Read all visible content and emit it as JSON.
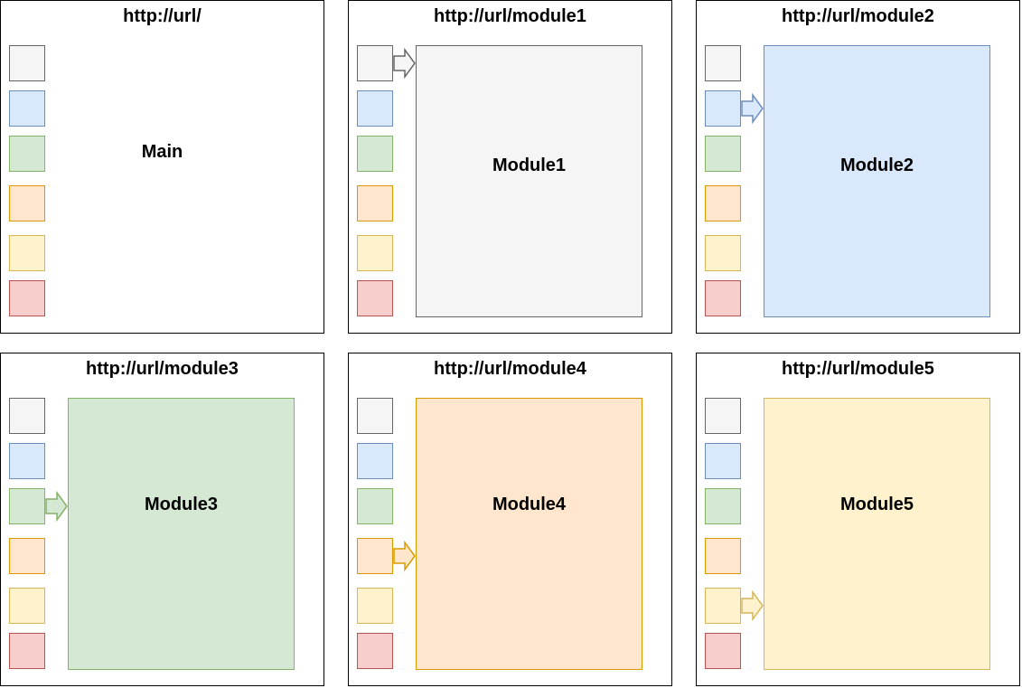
{
  "palette": [
    {
      "name": "gray",
      "fill": "#f5f5f5",
      "stroke": "#666666"
    },
    {
      "name": "blue",
      "fill": "#dae8fc",
      "stroke": "#6c8ebf"
    },
    {
      "name": "green",
      "fill": "#d5e8d4",
      "stroke": "#82b366"
    },
    {
      "name": "orange",
      "fill": "#ffe6cc",
      "stroke": "#d79b00"
    },
    {
      "name": "yellow",
      "fill": "#fff2cc",
      "stroke": "#d6b656"
    },
    {
      "name": "red",
      "fill": "#f8cecc",
      "stroke": "#b85450"
    }
  ],
  "panels": [
    {
      "url": "http://url/",
      "label": "Main",
      "active": null
    },
    {
      "url": "http://url/module1",
      "label": "Module1",
      "active": 0
    },
    {
      "url": "http://url/module2",
      "label": "Module2",
      "active": 1
    },
    {
      "url": "http://url/module3",
      "label": "Module3",
      "active": 2
    },
    {
      "url": "http://url/module4",
      "label": "Module4",
      "active": 3
    },
    {
      "url": "http://url/module5",
      "label": "Module5",
      "active": 4
    }
  ]
}
